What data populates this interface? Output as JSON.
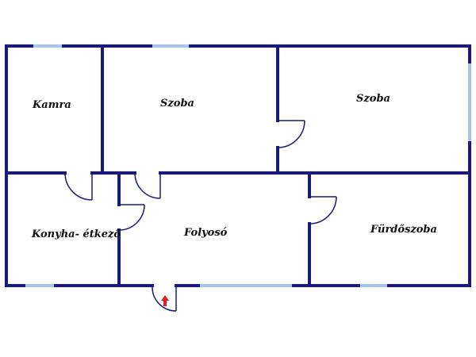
{
  "plan": {
    "rooms": {
      "kamra": "Kamra",
      "szoba_left": "Szoba",
      "szoba_right": "Szoba",
      "konyha": "Konyha- étkező",
      "folyoso": "Folyosó",
      "furdoszoba": "Fürdőszoba"
    },
    "colors": {
      "wall": "#1a1a7a",
      "window": "#a8c4e6",
      "entrance_arrow": "#e02020"
    },
    "icons": {
      "entrance": "entrance-arrow-icon"
    }
  }
}
